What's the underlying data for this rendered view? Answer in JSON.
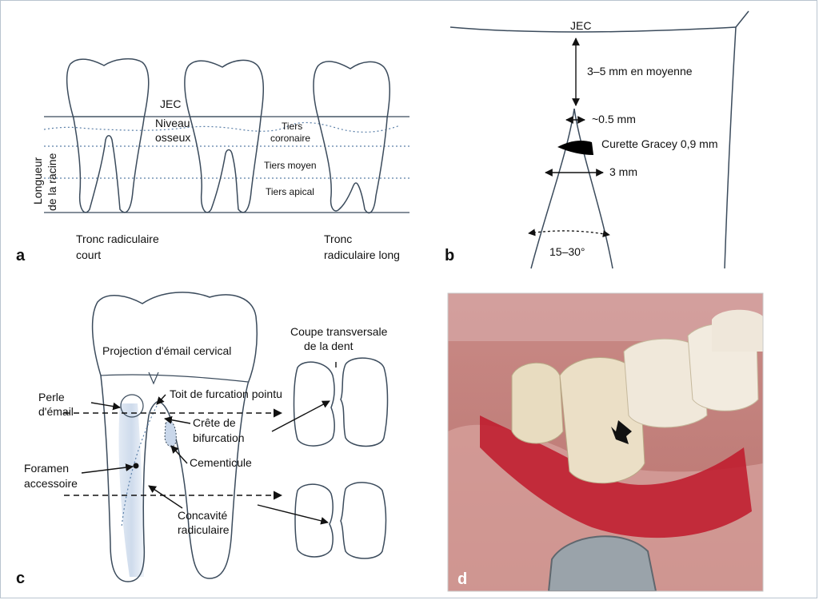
{
  "panel_a": {
    "letter": "a",
    "jec": "JEC",
    "niveau_osseux_1": "Niveau",
    "niveau_osseux_2": "osseux",
    "longueur_1": "Longueur",
    "longueur_2": "de la racine",
    "tiers_coronaire_1": "Tiers",
    "tiers_coronaire_2": "coronaire",
    "tiers_moyen": "Tiers moyen",
    "tiers_apical": "Tiers apical",
    "tronc_court_1": "Tronc radiculaire",
    "tronc_court_2": "court",
    "tronc_long_1": "Tronc",
    "tronc_long_2": "radiculaire long"
  },
  "panel_b": {
    "letter": "b",
    "jec": "JEC",
    "distance": "3–5 mm en moyenne",
    "width_top": "~0.5 mm",
    "curette": "Curette Gracey 0,9 mm",
    "width_mid": "3 mm",
    "angle": "15–30°"
  },
  "panel_c": {
    "letter": "c",
    "projection": "Projection d'émail cervical",
    "coupe_1": "Coupe transversale",
    "coupe_2": "de la dent",
    "perle_1": "Perle",
    "perle_2": "d'émail",
    "toit": "Toit de furcation pointu",
    "crete_1": "Crête de",
    "crete_2": "bifurcation",
    "cementicule": "Cementicule",
    "foramen_1": "Foramen",
    "foramen_2": "accessoire",
    "concavite_1": "Concavité",
    "concavite_2": "radiculaire"
  },
  "panel_d": {
    "letter": "d"
  },
  "colors": {
    "line": "#3b4b5c",
    "dotted": "#5a7fa8",
    "gum": "#d98f8a",
    "blood": "#c0182a",
    "tooth": "#e8dcc0"
  }
}
